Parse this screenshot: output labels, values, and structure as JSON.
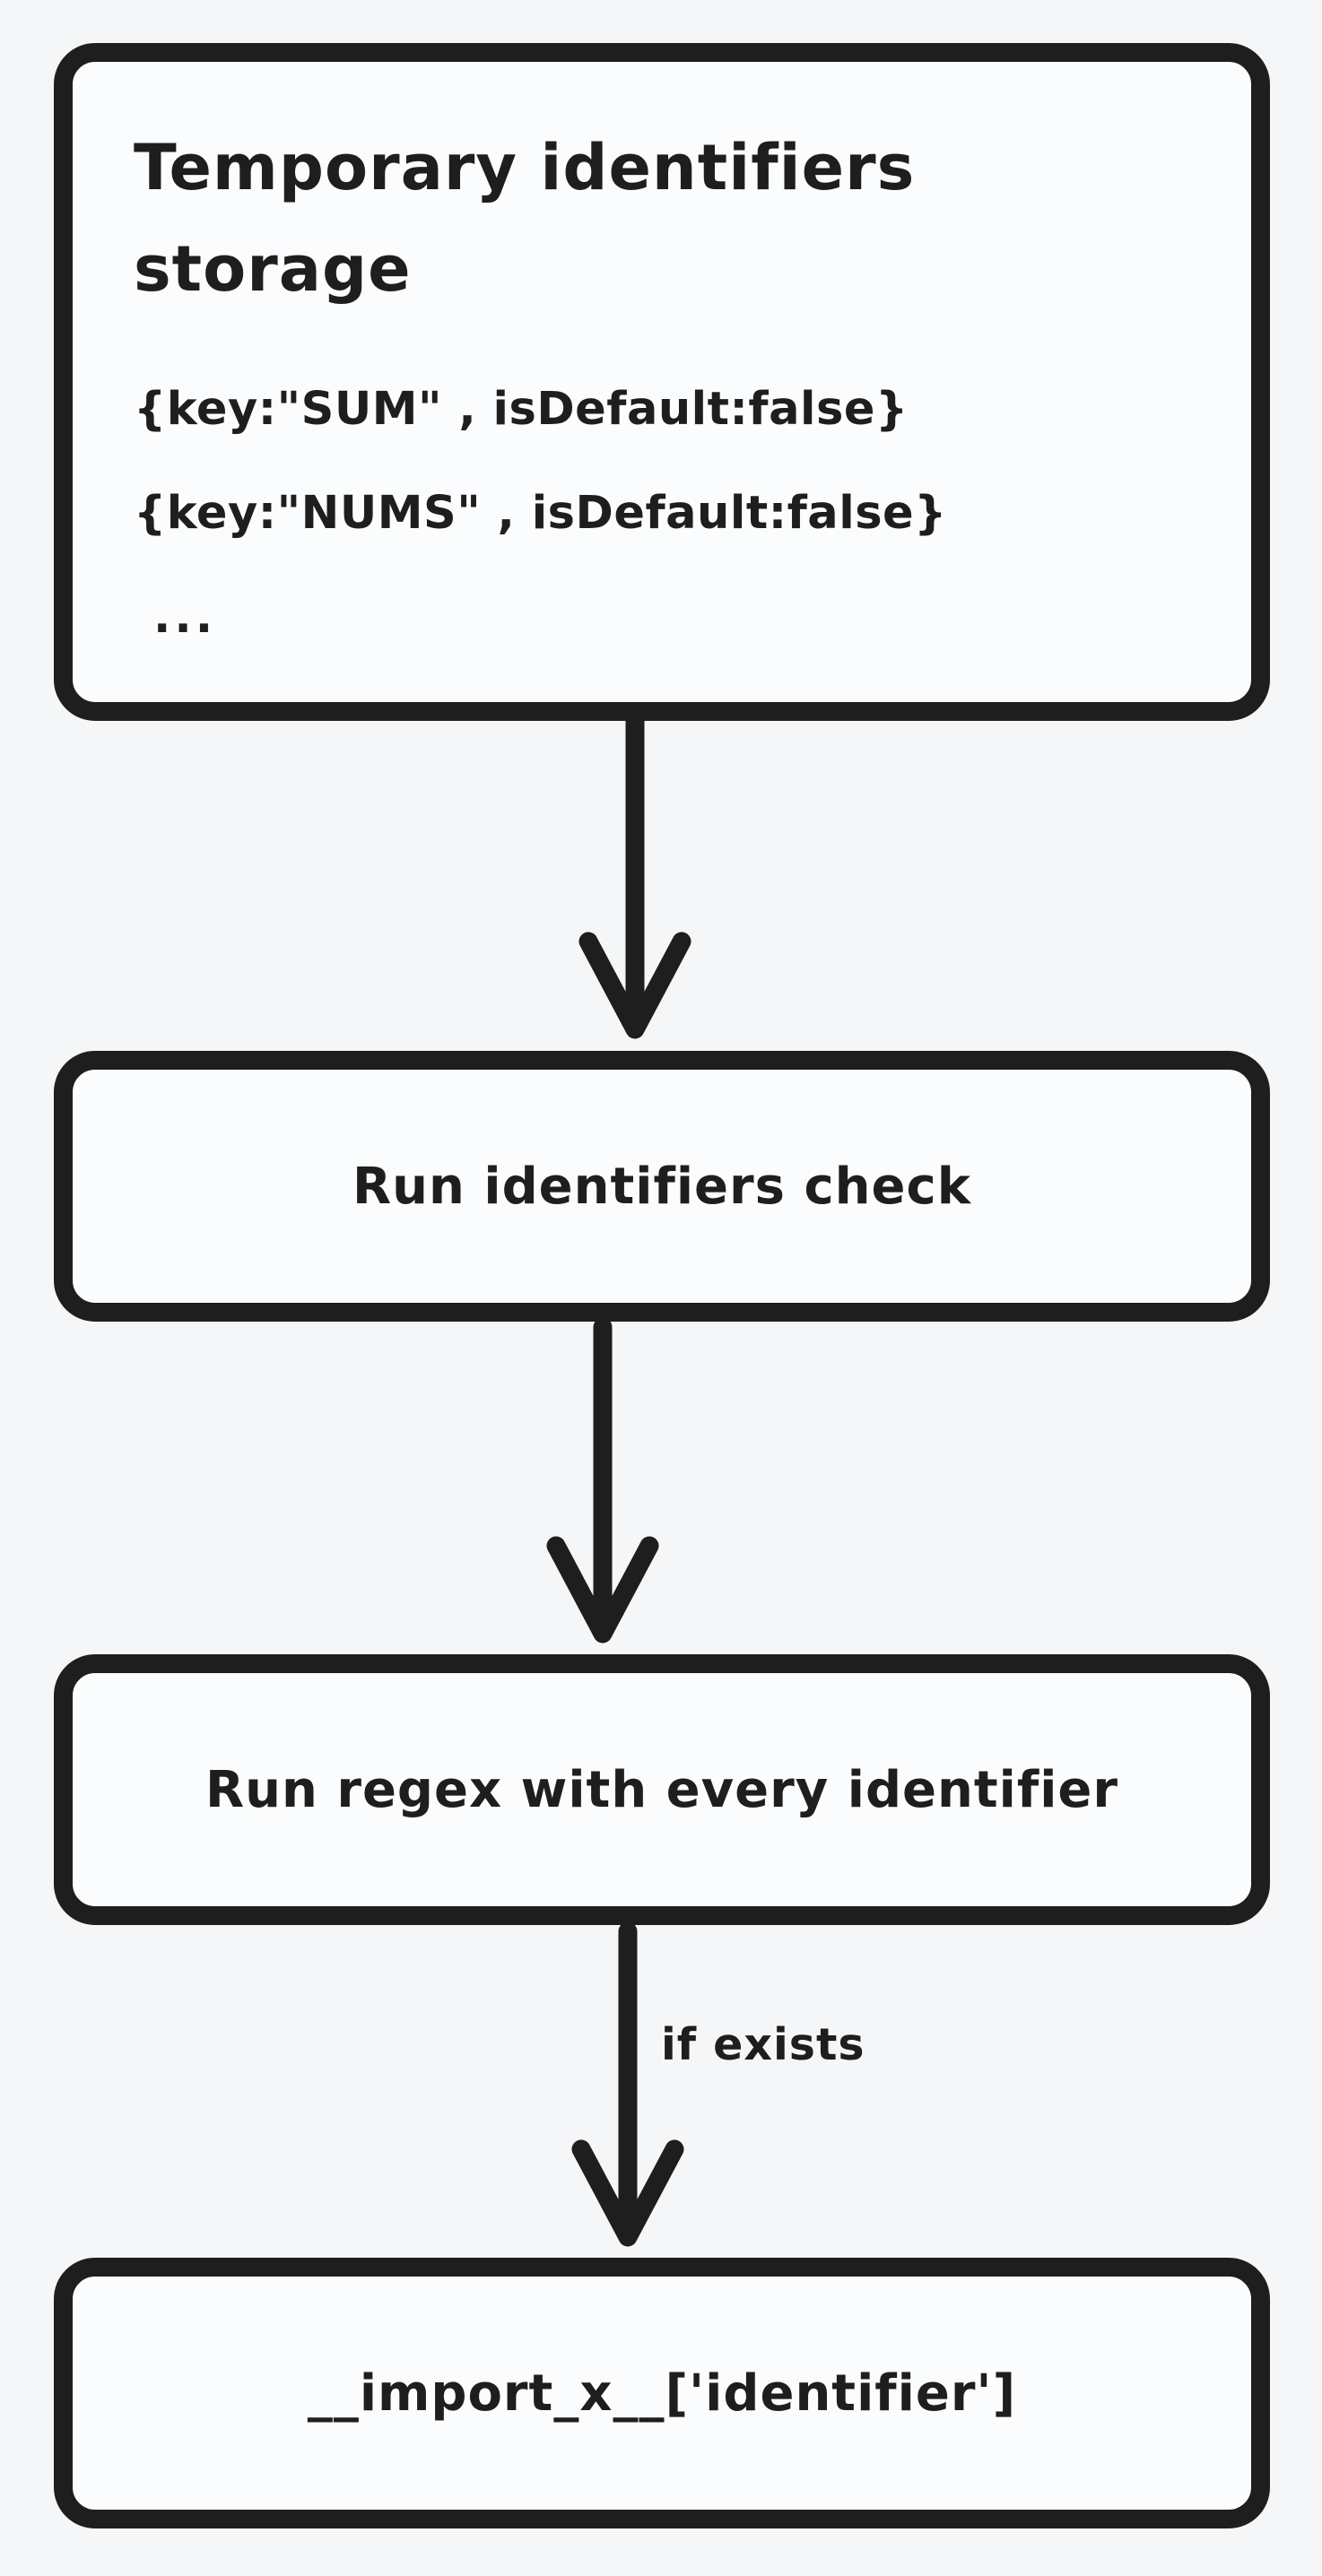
{
  "theme": {
    "page_background": "#f5f6f8",
    "stroke_color": "#1e1e1e",
    "node_fill": "#fbfcfd",
    "text_color": "#1e1e1e"
  },
  "flowchart": {
    "nodes": [
      {
        "id": "temporary-identifiers-storage",
        "type": "card",
        "title": "Temporary identifiers storage",
        "lines": [
          "{key:\"SUM\" , isDefault:false}",
          "{key:\"NUMS\" , isDefault:false}",
          "..."
        ]
      },
      {
        "id": "run-identifiers-check",
        "type": "process",
        "label": "Run identifiers check"
      },
      {
        "id": "run-regex-with-every-identifier",
        "type": "process",
        "label": "Run regex with every identifier"
      },
      {
        "id": "import-x-identifier",
        "type": "process",
        "label": "__import_x__['identifier']"
      }
    ],
    "edges": [
      {
        "from": "temporary-identifiers-storage",
        "to": "run-identifiers-check",
        "label": ""
      },
      {
        "from": "run-identifiers-check",
        "to": "run-regex-with-every-identifier",
        "label": ""
      },
      {
        "from": "run-regex-with-every-identifier",
        "to": "import-x-identifier",
        "label": "if exists"
      }
    ]
  }
}
